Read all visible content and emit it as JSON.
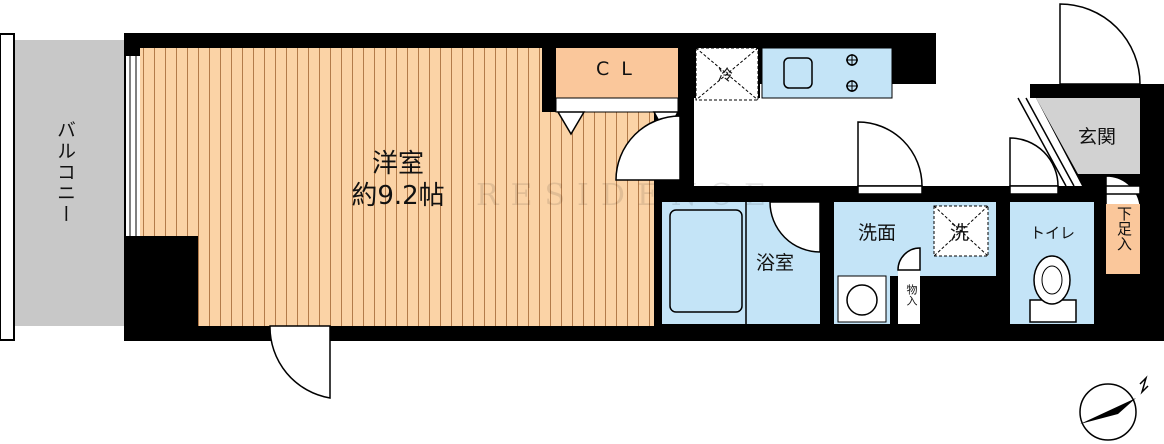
{
  "rooms": {
    "balcony": "バルコニー",
    "western_room_name": "洋室",
    "western_room_size": "約9.2帖",
    "closet": "CL",
    "bathroom": "浴室",
    "washroom": "洗面",
    "toilet": "トイレ",
    "entrance": "玄関",
    "shoe_storage": "下足入",
    "storage": "物入"
  },
  "appliances": {
    "fridge": "冷",
    "washer": "洗"
  },
  "watermark": "RESIDENCE",
  "colors": {
    "wall": "#000000",
    "floor_wood": "#fbd3a6",
    "floor_stripe": "#b37b4a",
    "wet_area": "#c4e4f7",
    "closet": "#fac79b",
    "balcony": "#c8c8c8",
    "entrance": "#d2d2d2"
  }
}
